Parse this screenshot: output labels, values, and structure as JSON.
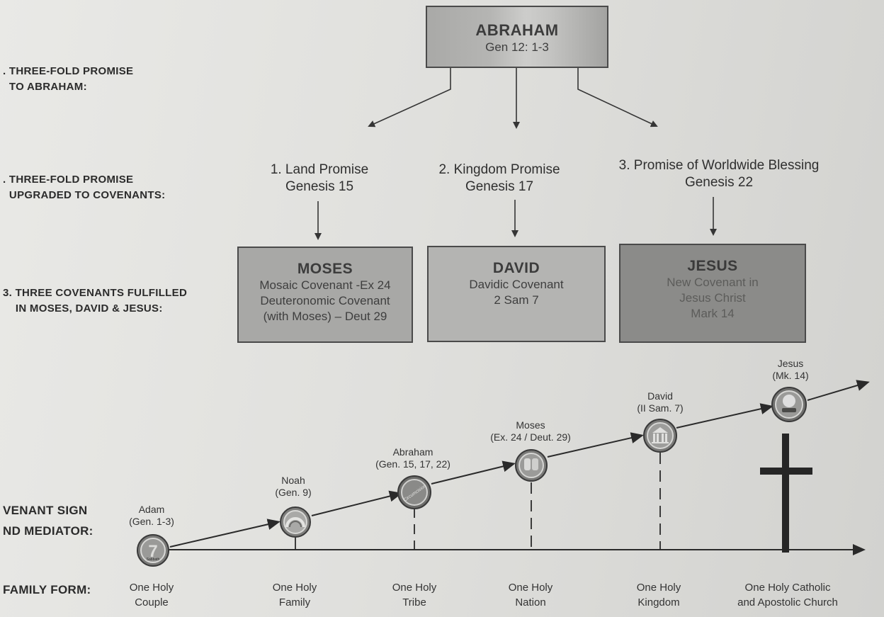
{
  "side_labels": {
    "row1": ". THREE-FOLD PROMISE\n  TO ABRAHAM:",
    "row2": ". THREE-FOLD PROMISE\n  UPGRADED TO COVENANTS:",
    "row3": "3. THREE COVENANTS FULFILLED\n    IN MOSES, DAVID & JESUS:",
    "row4": "VENANT SIGN\nND MEDIATOR:",
    "row5": "FAMILY FORM:"
  },
  "abraham_box": {
    "title": "ABRAHAM",
    "ref": "Gen 12: 1-3"
  },
  "promises": [
    {
      "line1": "1. Land Promise",
      "line2": "Genesis 15"
    },
    {
      "line1": "2. Kingdom Promise",
      "line2": "Genesis 17"
    },
    {
      "line1": "3. Promise of Worldwide Blessing",
      "line2": "Genesis 22"
    }
  ],
  "covenant_boxes": [
    {
      "title": "MOSES",
      "lines": [
        "Mosaic Covenant -Ex 24",
        "Deuteronomic Covenant",
        "(with Moses) – Deut 29"
      ]
    },
    {
      "title": "DAVID",
      "lines": [
        "Davidic Covenant",
        "2 Sam 7",
        ""
      ]
    },
    {
      "title": "JESUS",
      "lines": [
        "New Covenant in",
        "Jesus Christ",
        "Mark 14"
      ]
    }
  ],
  "timeline": [
    {
      "name": "Adam",
      "ref": "(Gen. 1-3)",
      "sign": "Sabbath",
      "icon": "sabbath-7-icon"
    },
    {
      "name": "Noah",
      "ref": "(Gen. 9)",
      "sign": "",
      "icon": "rainbow-icon"
    },
    {
      "name": "Abraham",
      "ref": "(Gen. 15, 17, 22)",
      "sign": "Circumcision",
      "icon": "circumcision-icon"
    },
    {
      "name": "Moses",
      "ref": "(Ex. 24 / Deut. 29)",
      "sign": "",
      "icon": "tablets-icon"
    },
    {
      "name": "David",
      "ref": "(II Sam. 7)",
      "sign": "",
      "icon": "temple-icon"
    },
    {
      "name": "Jesus",
      "ref": "(Mk. 14)",
      "sign": "",
      "icon": "eucharist-icon"
    }
  ],
  "family_forms": [
    {
      "line1": "One Holy",
      "line2": "Couple"
    },
    {
      "line1": "One Holy",
      "line2": "Family"
    },
    {
      "line1": "One Holy",
      "line2": "Tribe"
    },
    {
      "line1": "One Holy",
      "line2": "Nation"
    },
    {
      "line1": "One Holy",
      "line2": "Kingdom"
    },
    {
      "line1": "One Holy Catholic",
      "line2": "and Apostolic Church"
    }
  ],
  "colors": {
    "box_light": "#b3b3b1",
    "box_mid": "#a6a6a4",
    "box_dark": "#8a8a88",
    "line": "#353535"
  }
}
